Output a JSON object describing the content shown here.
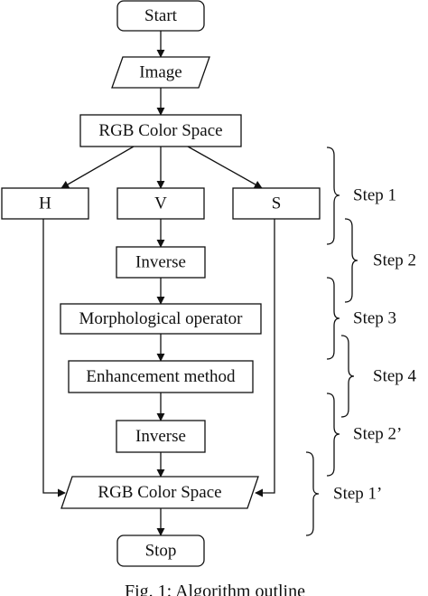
{
  "nodes": {
    "start": "Start",
    "image": "Image",
    "rgb_in": "RGB Color Space",
    "h": "H",
    "v": "V",
    "s": "S",
    "inverse_1": "Inverse",
    "morph": "Morphological operator",
    "enhance": "Enhancement method",
    "inverse_2": "Inverse",
    "rgb_out": "RGB Color Space",
    "stop": "Stop"
  },
  "steps": {
    "step1": "Step 1",
    "step2": "Step 2",
    "step3": "Step 3",
    "step4": "Step 4",
    "step2p": "Step 2’",
    "step1p": "Step 1’"
  },
  "caption": "Fig. 1: Algorithm outline"
}
